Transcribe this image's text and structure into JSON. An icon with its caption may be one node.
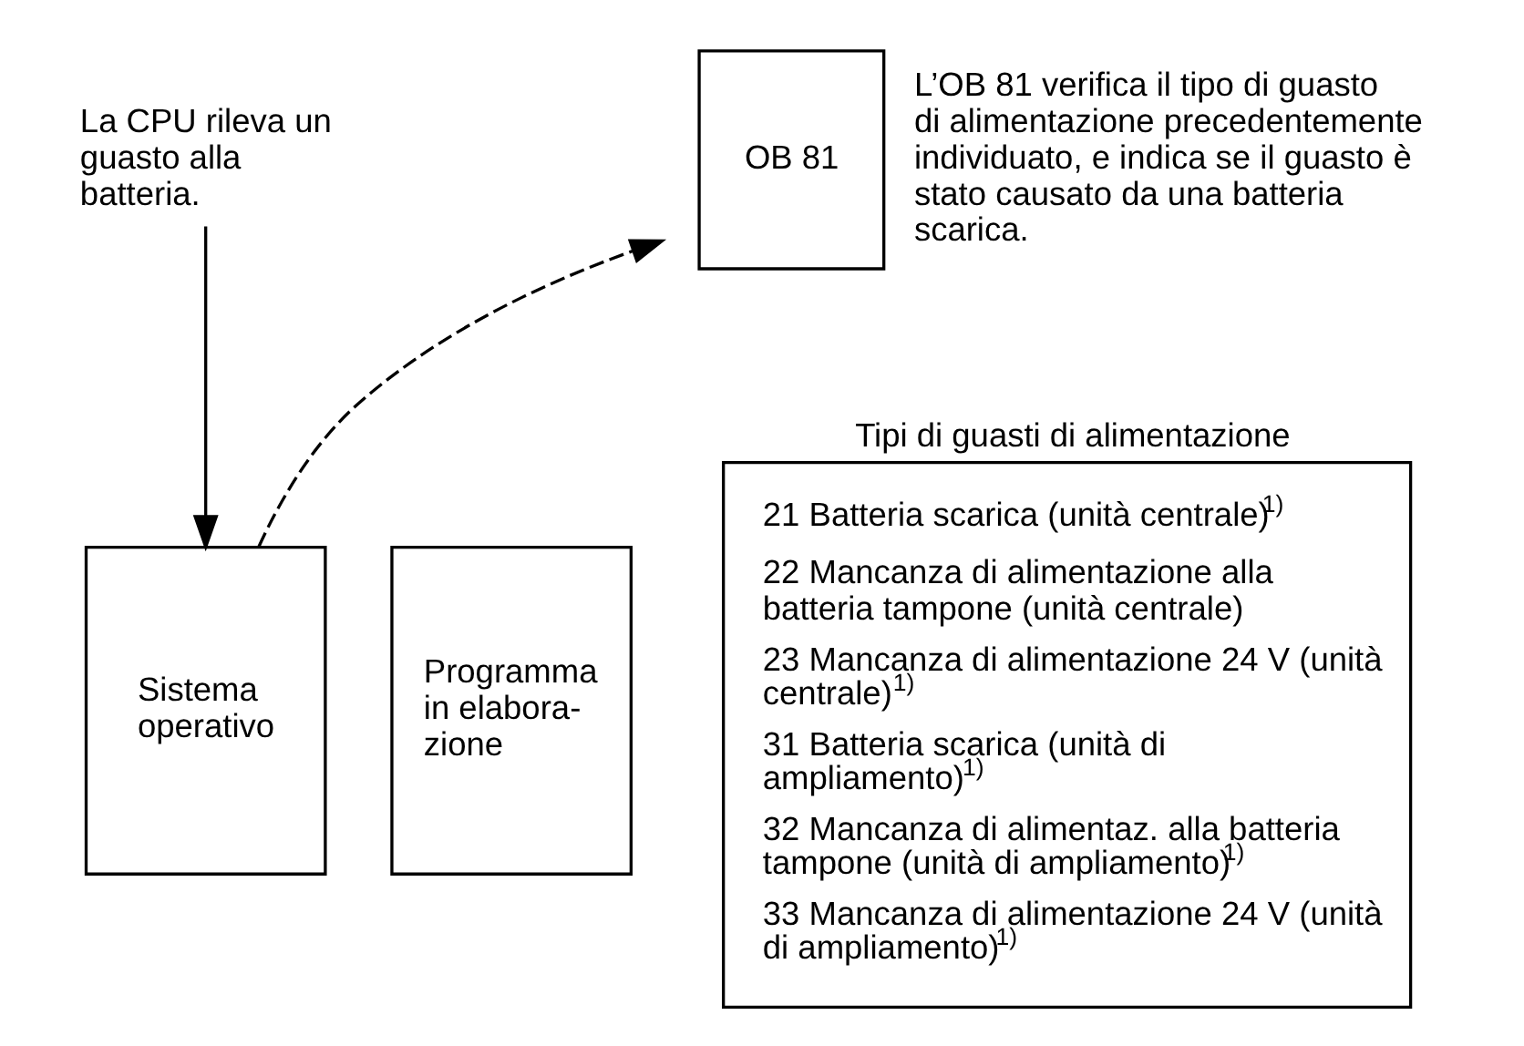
{
  "diagram": {
    "nodes": [
      {
        "text": [
          "La CPU rileva un guasto alla batteria."
        ]
      },
      {
        "text": [
          "Sistema operativo"
        ]
      },
      {
        "text": [
          "Programma in elabora-zione"
        ]
      },
      {
        "text": [
          "OB 81"
        ],
        "beside": [
          "L’OB 81 verifica il tipo di guasto di alimentazione precedentemente individuato, e indica se il guasto è stato causato da una batteria scarica."
        ]
      },
      {
        "text": [
          "Tipi di guasti di alimentazione",
          "21 Batteria scarica (unità centrale)$^{1)}$",
          "22 Mancanza di alimentazione alla batteria tampone (unità centrale)",
          "23 Mancanza di alimentazione 24 V (unità centrale)$^{1)}$",
          "31 Batteria scarica (unità di ampliamento)$^{1)}$",
          "32 Mancanza di alimentaz. alla batteria tampone (unità di ampliamento)$^{1)}$",
          "33 Mancanza di alimentazione 24 V (unità di ampliamento)$^{1)}$"
        ]
      }
    ],
    "edges": [
      {
        "from": 0,
        "to": 1,
        "arrow": "to"
      },
      {
        "from": 1,
        "to": 3,
        "arrow": "to",
        "style": "dashed"
      }
    ]
  }
}
